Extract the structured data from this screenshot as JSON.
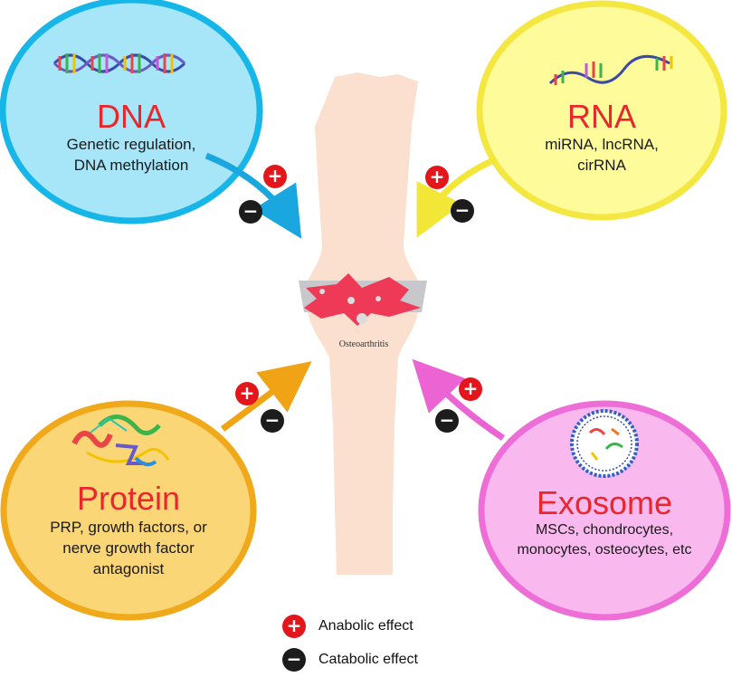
{
  "center": {
    "label": "Osteoarthritis"
  },
  "nodes": {
    "dna": {
      "title": "DNA",
      "line1": "Genetic regulation,",
      "line2": "DNA methylation"
    },
    "rna": {
      "title": "RNA",
      "line1": "miRNA, lncRNA,",
      "line2": "cirRNA"
    },
    "protein": {
      "title": "Protein",
      "line1": "PRP, growth factors, or",
      "line2": "nerve growth factor",
      "line3": "antagonist"
    },
    "exosome": {
      "title": "Exosome",
      "line1": "MSCs, chondrocytes,",
      "line2": "monocytes, osteocytes, etc"
    }
  },
  "legend": {
    "plus_symbol": "+",
    "minus_symbol": "−",
    "anabolic": "Anabolic effect",
    "catabolic": "Catabolic effect"
  },
  "colors": {
    "dna": "#a6e6f8",
    "dna_border": "#16b7e8",
    "rna": "#fdfb9a",
    "rna_border": "#f5e742",
    "protein": "#fbd677",
    "protein_border": "#f1a91c",
    "exosome": "#f9b9ef",
    "exosome_border": "#ee6ed8",
    "bone": "#fbe0cf",
    "lesion": "#ee3a57",
    "anabolic": "#e2161b",
    "catabolic": "#1c1c1c"
  }
}
